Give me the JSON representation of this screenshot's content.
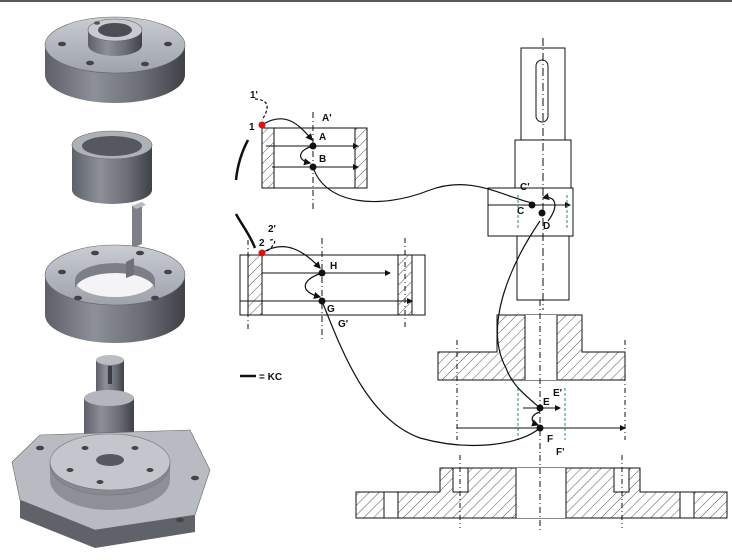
{
  "left_panel": {
    "parts": [
      "top-flange",
      "bushing",
      "key",
      "middle-flange",
      "shaft",
      "base-plate"
    ]
  },
  "diagram": {
    "points": {
      "p1": "1",
      "p1_prime": "1'",
      "p2": "2",
      "p2_prime": "2'",
      "A": "A",
      "A_prime": "A'",
      "B": "B",
      "C": "C",
      "C_prime": "C'",
      "D": "D",
      "E": "E",
      "E_prime": "E'",
      "F": "F",
      "F_prime": "F'",
      "G": "G",
      "G_prime": "G'",
      "H": "H"
    },
    "legend": {
      "symbol": "line-symbol",
      "text": "= KC"
    },
    "colors": {
      "line": "#111111",
      "hatch": "#555555",
      "red_point": "#e01010",
      "dash_teal": "#2a8a8a"
    }
  }
}
